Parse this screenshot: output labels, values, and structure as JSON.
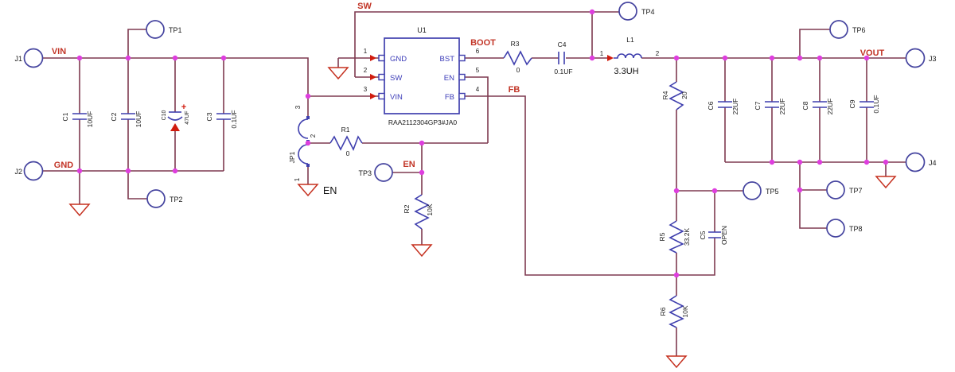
{
  "schematic": {
    "colors": {
      "wire": "#7e3a50",
      "symbol": "#3f3fae",
      "junction": "#de3ede",
      "net_label": "#c23527",
      "ground": "#c5301f",
      "text": "#1b1b1b"
    },
    "connectors": {
      "j1": "J1",
      "j2": "J2",
      "j3": "J3",
      "j4": "J4"
    },
    "test_points": {
      "tp1": "TP1",
      "tp2": "TP2",
      "tp3": "TP3",
      "tp4": "TP4",
      "tp5": "TP5",
      "tp6": "TP6",
      "tp7": "TP7",
      "tp8": "TP8"
    },
    "nets": {
      "vin": "VIN",
      "gnd": "GND",
      "sw": "SW",
      "boot": "BOOT",
      "fb": "FB",
      "en": "EN",
      "en_jumper": "EN",
      "vout": "VOUT"
    },
    "ic": {
      "ref": "U1",
      "part": "RAA2112304GP3#JA0",
      "gnd": "GND",
      "sw": "SW",
      "vin": "VIN",
      "bst": "BST",
      "en": "EN",
      "fb": "FB",
      "p1": "1",
      "p2": "2",
      "p3": "3",
      "p4": "4",
      "p5": "5",
      "p6": "6"
    },
    "components": {
      "c1": {
        "ref": "C1",
        "value": "10UF"
      },
      "c2": {
        "ref": "C2",
        "value": "10UF"
      },
      "c10": {
        "ref": "C10",
        "value": "47UF",
        "polarity": "+"
      },
      "c3": {
        "ref": "C3",
        "value": "0.1UF"
      },
      "jp1": {
        "ref": "JP1",
        "pin1": "1",
        "pin2": "2",
        "pin3": "3"
      },
      "r1": {
        "ref": "R1",
        "value": "0"
      },
      "r2": {
        "ref": "R2",
        "value": "10K"
      },
      "r3": {
        "ref": "R3",
        "value": "0"
      },
      "c4": {
        "ref": "C4",
        "value": "0.1UF"
      },
      "l1": {
        "ref": "L1",
        "value": "3.3UH",
        "pin1": "1",
        "pin2": "2"
      },
      "r4": {
        "ref": "R4",
        "value": "20"
      },
      "c5": {
        "ref": "C5",
        "value": "OPEN"
      },
      "c6": {
        "ref": "C6",
        "value": "22UF"
      },
      "c7": {
        "ref": "C7",
        "value": "22UF"
      },
      "c8": {
        "ref": "C8",
        "value": "22UF"
      },
      "c9": {
        "ref": "C9",
        "value": "0.1UF"
      },
      "r5": {
        "ref": "R5",
        "value": "33.2K"
      },
      "r6": {
        "ref": "R6",
        "value": "10K"
      }
    }
  }
}
